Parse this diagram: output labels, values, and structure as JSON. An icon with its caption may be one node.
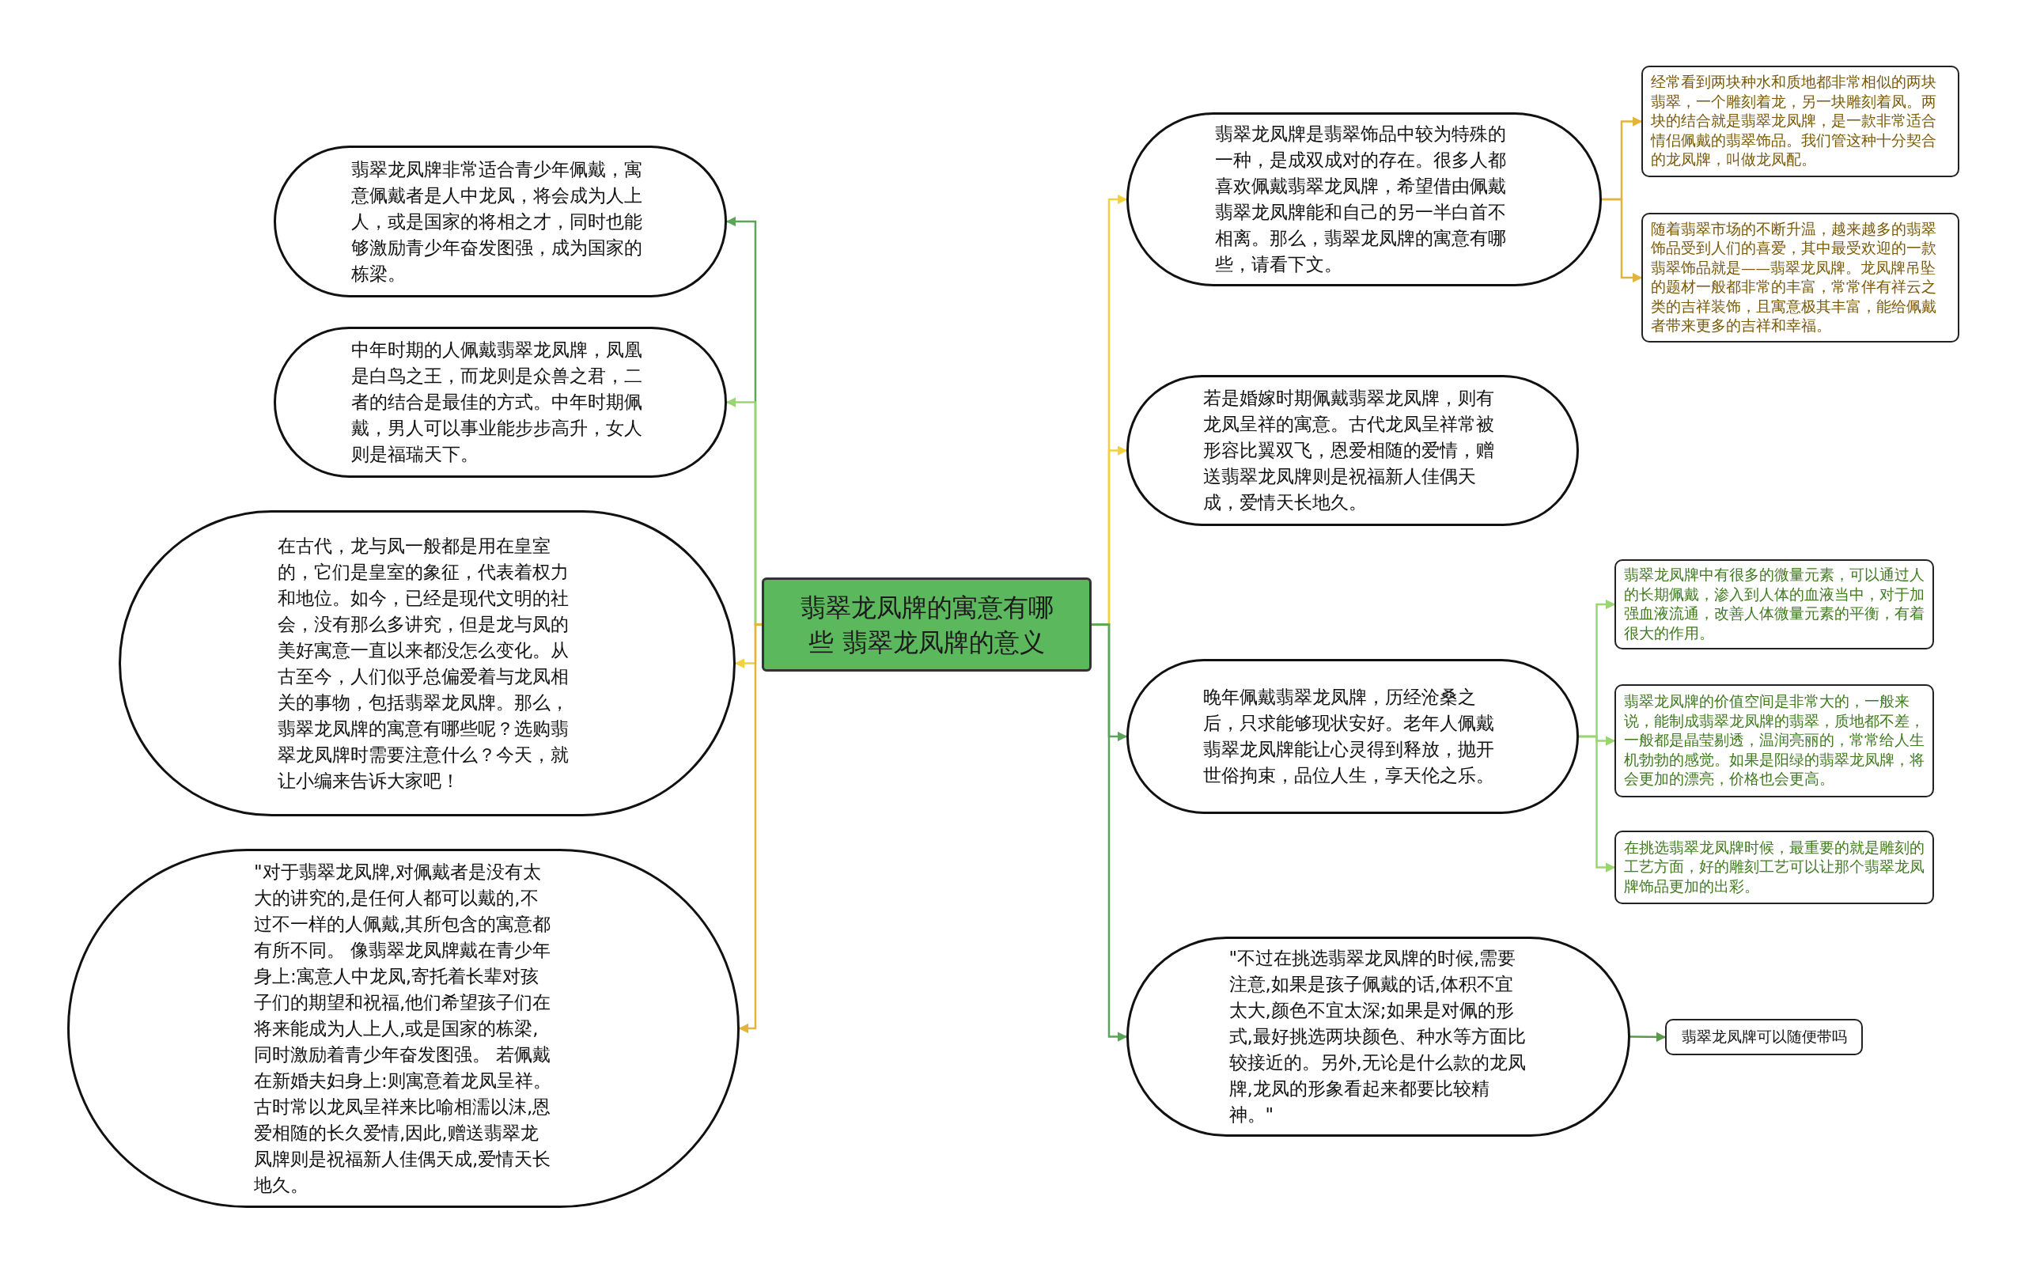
{
  "diagram": {
    "nodes": [
      {
        "text": [
          "翡翠龙凤牌的寓意有哪些 翡翠龙凤牌的意义"
        ]
      },
      {
        "text": [
          "翡翠龙凤牌非常适合青少年佩戴，寓意佩戴者是人中龙凤，将会成为人上人，或是国家的将相之才，同时也能够激励青少年奋发图强，成为国家的栋梁。"
        ]
      },
      {
        "text": [
          "中年时期的人佩戴翡翠龙凤牌，凤凰是白鸟之王，而龙则是众兽之君，二者的结合是最佳的方式。中年时期佩戴，男人可以事业能步步高升，女人则是福瑞天下。"
        ]
      },
      {
        "text": [
          "在古代，龙与凤一般都是用在皇室的，它们是皇室的象征，代表着权力和地位。如今，已经是现代文明的社会，没有那么多讲究，但是龙与凤的美好寓意一直以来都没怎么变化。从古至今，人们似乎总偏爱着与龙凤相关的事物，包括翡翠龙凤牌。那么，翡翠龙凤牌的寓意有哪些呢？选购翡翠龙凤牌时需要注意什么？今天，就让小编来告诉大家吧！"
        ]
      },
      {
        "text": [
          "\"对于翡翠龙凤牌,对佩戴者是没有太大的讲究的,是任何人都可以戴的,不过不一样的人佩戴,其所包含的寓意都有所不同。 像翡翠龙凤牌戴在青少年身上:寓意人中龙凤,寄托着长辈对孩子们的期望和祝福,他们希望孩子们在将来能成为人上人,或是国家的栋梁,同时激励着青少年奋发图强。 若佩戴在新婚夫妇身上:则寓意着龙凤呈祥。古时常以龙凤呈祥来比喻相濡以沫,恩爱相随的长久爱情,因此,赠送翡翠龙凤牌则是祝福新人佳偶天成,爱情天长地久。"
        ]
      },
      {
        "text": [
          "翡翠龙凤牌是翡翠饰品中较为特殊的一种，是成双成对的存在。很多人都喜欢佩戴翡翠龙凤牌，希望借由佩戴翡翠龙凤牌能和自己的另一半白首不相离。那么，翡翠龙凤牌的寓意有哪些，请看下文。"
        ]
      },
      {
        "text": [
          "经常看到两块种水和质地都非常相似的两块翡翠，一个雕刻着龙，另一块雕刻着凤。两块的结合就是翡翠龙凤牌，是一款非常适合情侣佩戴的翡翠饰品。我们管这种十分契合的龙凤牌，叫做龙凤配。"
        ]
      },
      {
        "text": [
          "随着翡翠市场的不断升温，越来越多的翡翠饰品受到人们的喜爱，其中最受欢迎的一款翡翠饰品就是——翡翠龙凤牌。龙凤牌吊坠的题材一般都非常的丰富，常常伴有祥云之类的吉祥装饰，且寓意极其丰富，能给佩戴者带来更多的吉祥和幸福。"
        ]
      },
      {
        "text": [
          "若是婚嫁时期佩戴翡翠龙凤牌，则有龙凤呈祥的寓意。古代龙凤呈祥常被形容比翼双飞，恩爱相随的爱情，赠送翡翠龙凤牌则是祝福新人佳偶天成，爱情天长地久。"
        ]
      },
      {
        "text": [
          "晚年佩戴翡翠龙凤牌，历经沧桑之后，只求能够现状安好。老年人佩戴翡翠龙凤牌能让心灵得到释放，抛开世俗拘束，品位人生，享天伦之乐。"
        ]
      },
      {
        "text": [
          "翡翠龙凤牌中有很多的微量元素，可以通过人的长期佩戴，渗入到人体的血液当中，对于加强血液流通，改善人体微量元素的平衡，有着很大的作用。"
        ]
      },
      {
        "text": [
          "翡翠龙凤牌的价值空间是非常大的，一般来说，能制成翡翠龙凤牌的翡翠，质地都不差，一般都是晶莹剔透，温润亮丽的，常常给人生机勃勃的感觉。如果是阳绿的翡翠龙凤牌，将会更加的漂亮，价格也会更高。"
        ]
      },
      {
        "text": [
          "在挑选翡翠龙凤牌时候，最重要的就是雕刻的工艺方面，好的雕刻工艺可以让那个翡翠龙凤牌饰品更加的出彩。"
        ]
      },
      {
        "text": [
          "\"不过在挑选翡翠龙凤牌的时候,需要注意,如果是孩子佩戴的话,体积不宜太大,颜色不宜太深;如果是对佩的形式,最好挑选两块颜色、种水等方面比较接近的。另外,无论是什么款的龙凤牌,龙凤的形象看起来都要比较精神。\""
        ]
      },
      {
        "text": [
          "翡翠龙凤牌可以随便带吗"
        ]
      }
    ],
    "edges": [
      {
        "from": 0,
        "to": 1,
        "arrow": "to",
        "color": "#5aa55a"
      },
      {
        "from": 0,
        "to": 2,
        "arrow": "to",
        "color": "#9ad66f"
      },
      {
        "from": 0,
        "to": 3,
        "arrow": "to",
        "color": "#f2d23c"
      },
      {
        "from": 0,
        "to": 4,
        "arrow": "to",
        "color": "#e3b43a"
      },
      {
        "from": 0,
        "to": 5,
        "arrow": "to",
        "color": "#f2d23c"
      },
      {
        "from": 5,
        "to": 6,
        "arrow": "to",
        "color": "#e3b43a"
      },
      {
        "from": 5,
        "to": 7,
        "arrow": "to",
        "color": "#e3b43a"
      },
      {
        "from": 0,
        "to": 8,
        "arrow": "to",
        "color": "#f2d23c"
      },
      {
        "from": 0,
        "to": 9,
        "arrow": "to",
        "color": "#5aa55a"
      },
      {
        "from": 9,
        "to": 10,
        "arrow": "to",
        "color": "#9ad66f"
      },
      {
        "from": 9,
        "to": 11,
        "arrow": "to",
        "color": "#9ad66f"
      },
      {
        "from": 9,
        "to": 12,
        "arrow": "to",
        "color": "#9ad66f"
      },
      {
        "from": 0,
        "to": 13,
        "arrow": "to",
        "color": "#5aa55a"
      },
      {
        "from": 13,
        "to": 14,
        "arrow": "to",
        "color": "#5a9a4a"
      }
    ]
  }
}
